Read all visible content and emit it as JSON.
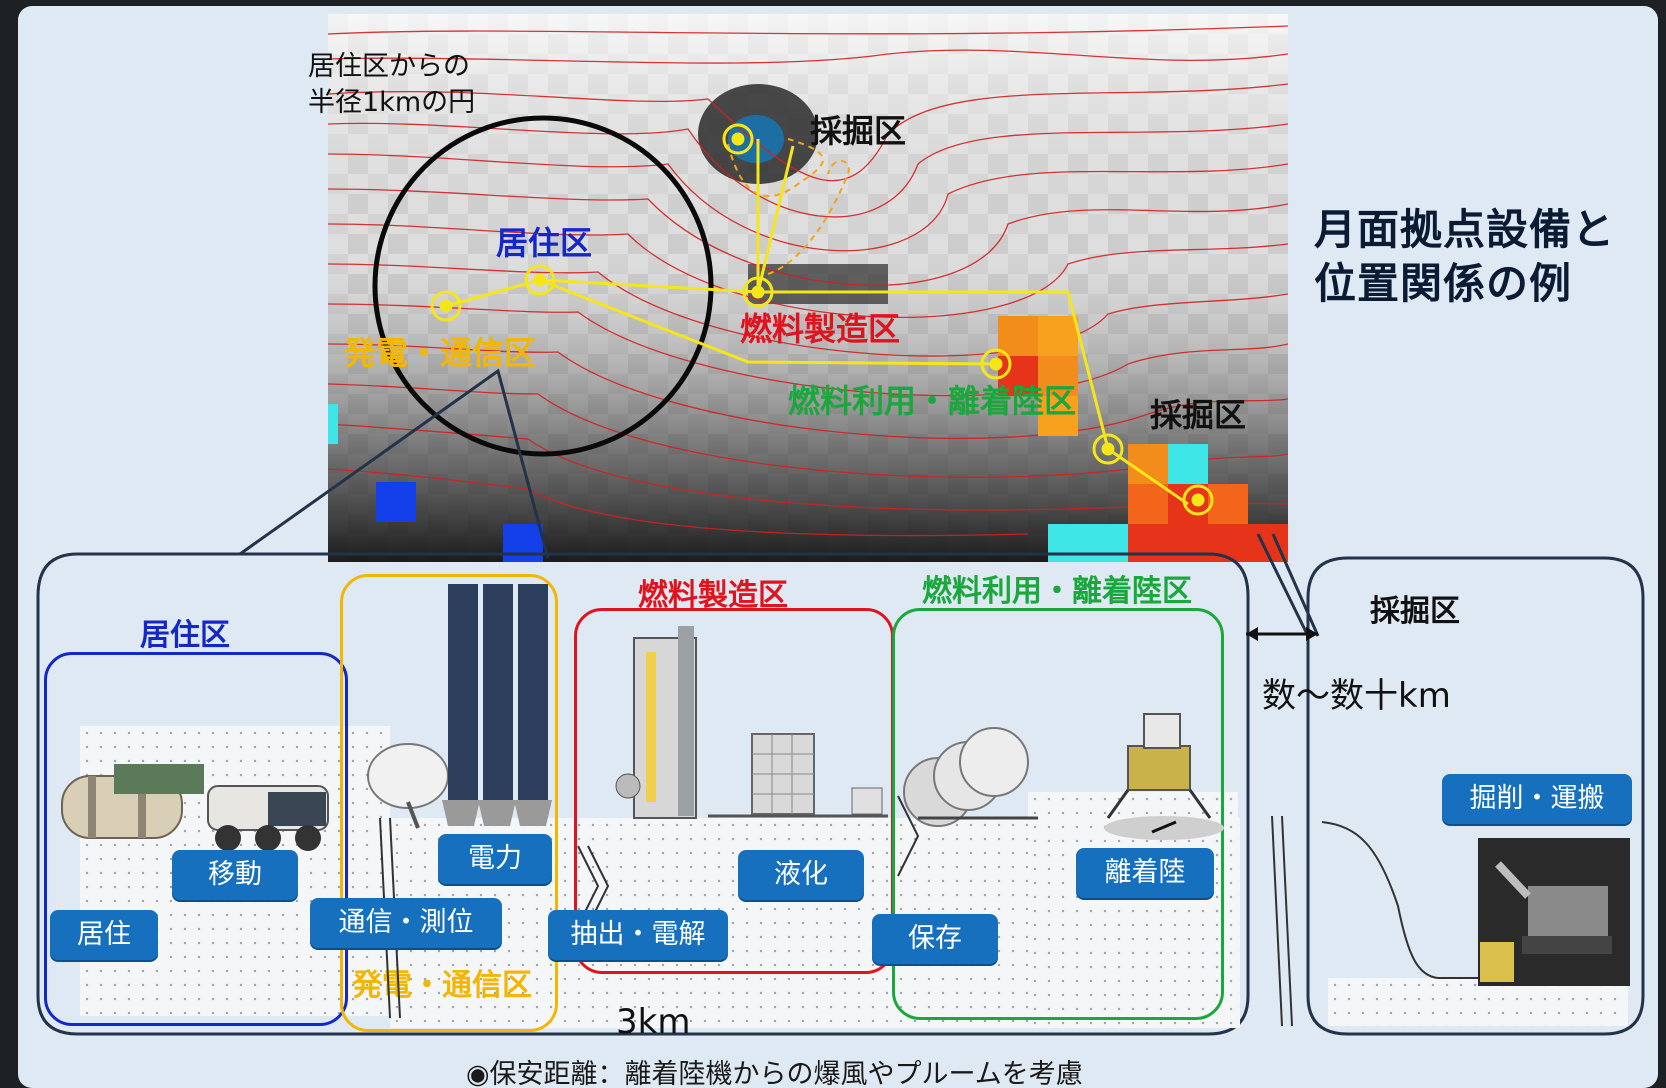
{
  "title": {
    "line1": "月面拠点設備と",
    "line2": "位置関係の例"
  },
  "map": {
    "circle_caption_line1": "居住区からの",
    "circle_caption_line2": "半径1kmの円",
    "mining_zone_1": "採掘区",
    "residential_zone": "居住区",
    "fuel_production_zone": "燃料製造区",
    "power_comm_zone": "発電・通信区",
    "fuel_use_landing_zone": "燃料利用・離着陸区",
    "mining_zone_2": "採掘区"
  },
  "zones": {
    "residential": {
      "label": "居住区",
      "color": "#1428c8"
    },
    "power_comm": {
      "label": "発電・通信区",
      "color": "#f2b705"
    },
    "fuel_production": {
      "label": "燃料製造区",
      "color": "#e0141e"
    },
    "fuel_use_landing": {
      "label": "燃料利用・離着陸区",
      "color": "#1aa83c"
    },
    "mining": {
      "label": "採掘区",
      "color": "#1a1a1a"
    }
  },
  "facilities": {
    "habitation": "居住",
    "mobility": "移動",
    "comm_positioning": "通信・測位",
    "power": "電力",
    "extraction_electrolysis": "抽出・電解",
    "liquefaction": "液化",
    "storage": "保存",
    "landing": "離着陸",
    "excavation_transport": "掘削・運搬"
  },
  "distances": {
    "to_mining": "数～数十km",
    "zone_span": "3km"
  },
  "footnote": "◉保安距離：離着陸機からの爆風やプルームを考慮",
  "colors": {
    "panel_bg": "#dfe9f4",
    "pill_bg": "#1670bd",
    "route_line": "#f5e61a",
    "contour": "#d42020"
  }
}
